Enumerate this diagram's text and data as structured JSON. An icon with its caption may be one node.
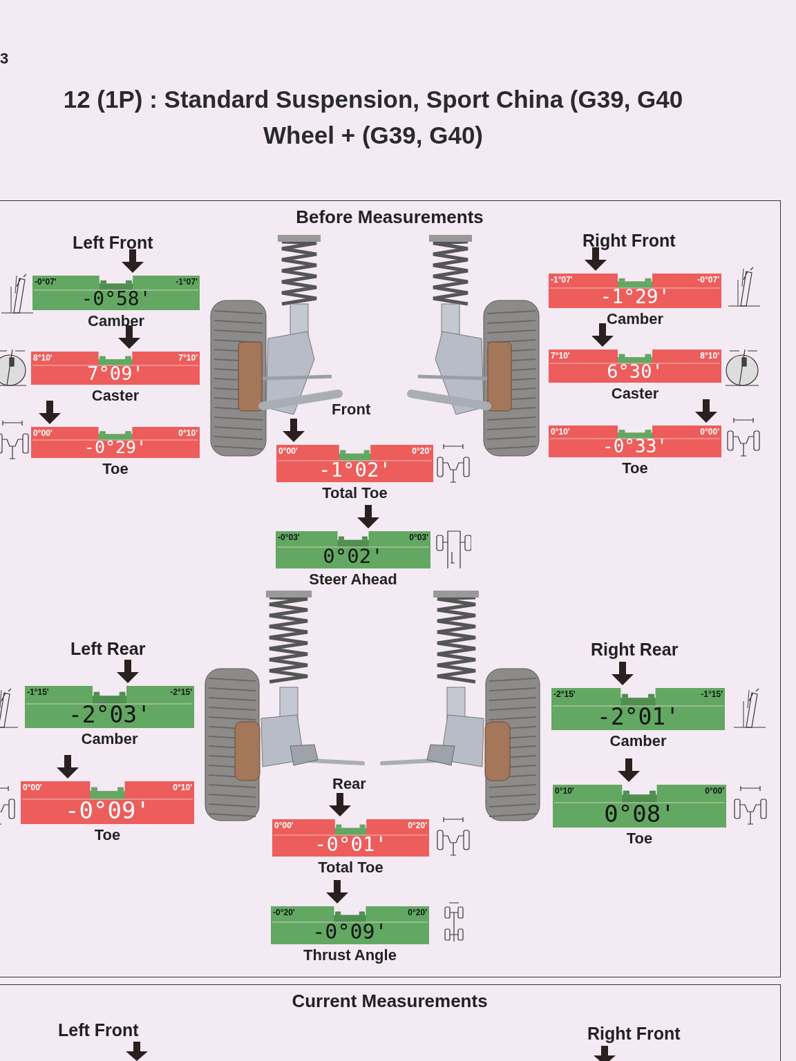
{
  "diagram": {
    "title": "12 (1P) : Standard Suspension, Sport China (G39, G40 Wheel + (G39, G40)",
    "nodes": [
      {
        "text": [
          "Before Measurements"
        ]
      },
      {
        "text": [
          "-0°07'",
          "-1°07'",
          "-0°58'",
          "Camber"
        ],
        "in": 0
      },
      {
        "text": [
          "8°10'",
          "7°10'",
          "7°09'",
          "Caster"
        ],
        "in": 0
      },
      {
        "text": [
          "0°00'",
          "0°10'",
          "-0°29'",
          "Toe"
        ],
        "in": 0
      },
      {
        "text": [
          "-1°07'",
          "-0°07'",
          "-1°29'",
          "Camber"
        ],
        "in": 0
      },
      {
        "text": [
          "7°10'",
          "8°10'",
          "6°30'",
          "Caster"
        ],
        "in": 0
      },
      {
        "text": [
          "0°10'",
          "0°00'",
          "-0°33'",
          "Toe"
        ],
        "in": 0
      },
      {
        "text": [
          "0°00'",
          "0°20'",
          "-1°02'",
          "Total Toe"
        ],
        "in": 0
      },
      {
        "text": [
          "-0°03'",
          "0°03'",
          "0°02'",
          "Steer Ahead"
        ],
        "in": 0
      },
      {
        "text": [
          "-1°15'",
          "-2°15'",
          "-2°03'",
          "Camber"
        ],
        "in": 0
      },
      {
        "text": [
          "0°00'",
          "0°10'",
          "-0°09'",
          "Toe"
        ],
        "in": 0
      },
      {
        "text": [
          "-2°15'",
          "-1°15'",
          "-2°01'",
          "Camber"
        ],
        "in": 0
      },
      {
        "text": [
          "0°10'",
          "0°00'",
          "0°08'",
          "Toe"
        ],
        "in": 0
      },
      {
        "text": [
          "0°00'",
          "0°20'",
          "-0°01'",
          "Total Toe"
        ],
        "in": 0
      },
      {
        "text": [
          "-0°20'",
          "0°20'",
          "-0°09'",
          "Thrust Angle"
        ],
        "in": 0
      },
      {
        "text": [
          "Current Measurements"
        ]
      }
    ],
    "labels": [
      "3",
      "Left Front",
      "Right Front",
      "Front",
      "Left Rear",
      "Right Rear",
      "Rear",
      "Left Front",
      "Right Front"
    ]
  }
}
